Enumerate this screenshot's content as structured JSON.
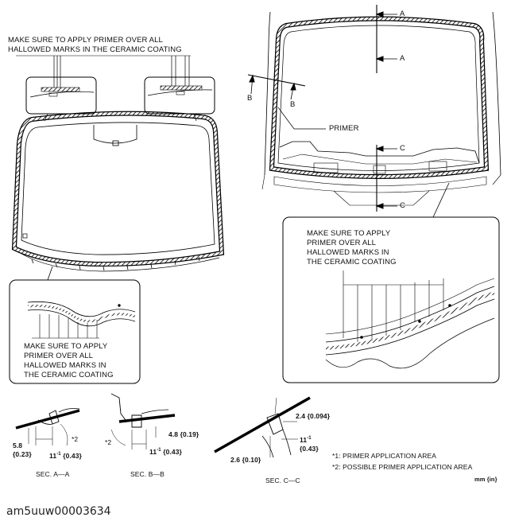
{
  "notes": {
    "top_left": "MAKE SURE TO APPLY PRIMER OVER ALL\nHALLOWED MARKS IN THE CERAMIC COATING",
    "bottom_left": "MAKE SURE TO APPLY\nPRIMER OVER ALL\nHALLOWED MARKS IN\nTHE CERAMIC COATING",
    "right": "MAKE SURE TO APPLY\nPRIMER OVER ALL\nHALLOWED MARKS IN\nTHE CERAMIC COATING",
    "primer": "PRIMER"
  },
  "section_markers": {
    "a": "A",
    "b": "B",
    "c": "C"
  },
  "dimensions": {
    "a_height": "5.8\n{0.23}",
    "a_width": "11",
    "a_width_sup": "-1",
    "a_width_in": "{0.43}",
    "b_height": "4.8 {0.19}",
    "b_width": "11",
    "b_width_sup": "-1",
    "b_width_in": "{0.43}",
    "c_top": "2.4 {0.094}",
    "c_width": "11",
    "c_width_sup": "-1",
    "c_width_in": "{0.43}",
    "c_left": "2.6 {0.10}",
    "star2": "*2"
  },
  "sections": {
    "aa": "SEC. A—A",
    "bb": "SEC. B—B",
    "cc": "SEC. C—C"
  },
  "legend": {
    "item1": "*1: PRIMER APPLICATION AREA",
    "item2": "*2: POSSIBLE PRIMER APPLICATION AREA",
    "units": "mm {in}"
  },
  "figure_ref": "am5uuw00003634"
}
